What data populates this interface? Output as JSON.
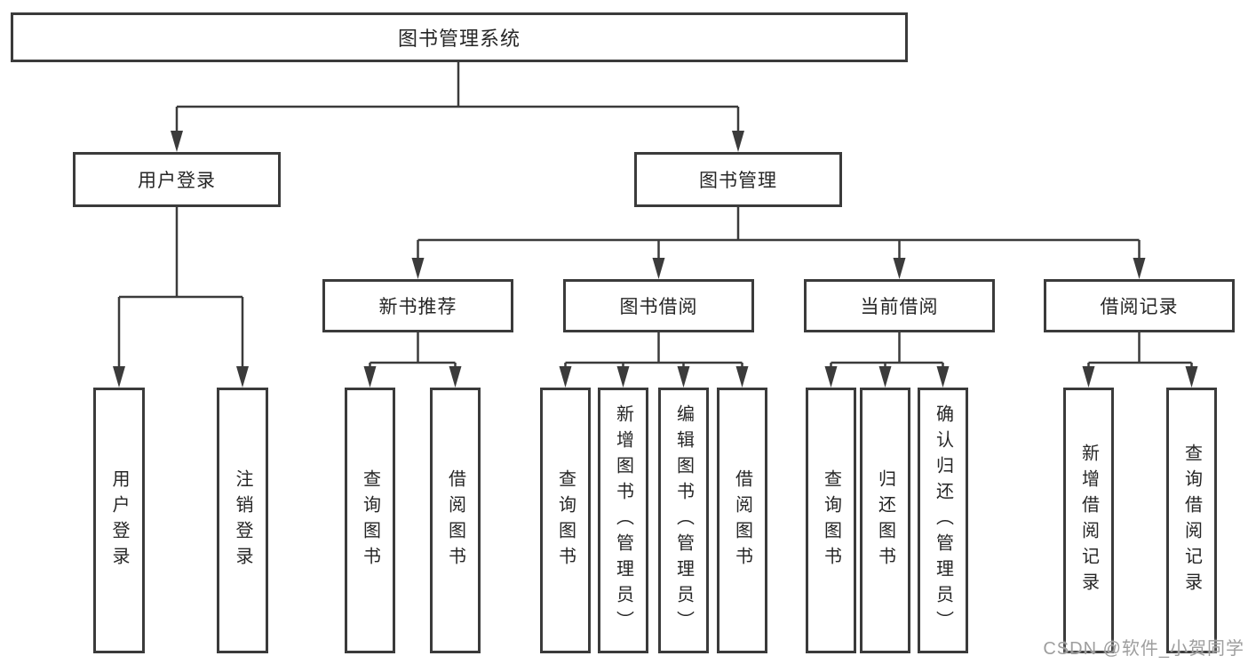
{
  "colors": {
    "line": "#3b3b3b",
    "border": "#3b3b3b",
    "text": "#262626",
    "background": "#ffffff",
    "watermark": "#9e9e9e"
  },
  "tree": {
    "root": {
      "label": "图书管理系统"
    },
    "branches": [
      {
        "label": "用户登录",
        "children": [
          {
            "label": "用户登录"
          },
          {
            "label": "注销登录"
          }
        ]
      },
      {
        "label": "图书管理",
        "children": [
          {
            "label": "新书推荐",
            "children": [
              {
                "label": "查询图书"
              },
              {
                "label": "借阅图书"
              }
            ]
          },
          {
            "label": "图书借阅",
            "children": [
              {
                "label": "查询图书"
              },
              {
                "label": "新增图书（管理员）"
              },
              {
                "label": "编辑图书（管理员）"
              },
              {
                "label": "借阅图书"
              }
            ]
          },
          {
            "label": "当前借阅",
            "children": [
              {
                "label": "查询图书"
              },
              {
                "label": "归还图书"
              },
              {
                "label": "确认归还（管理员）"
              }
            ]
          },
          {
            "label": "借阅记录",
            "children": [
              {
                "label": "新增借阅记录"
              },
              {
                "label": "查询借阅记录"
              }
            ]
          }
        ]
      }
    ]
  },
  "watermark": {
    "text": "CSDN @软件_小贺同学"
  }
}
